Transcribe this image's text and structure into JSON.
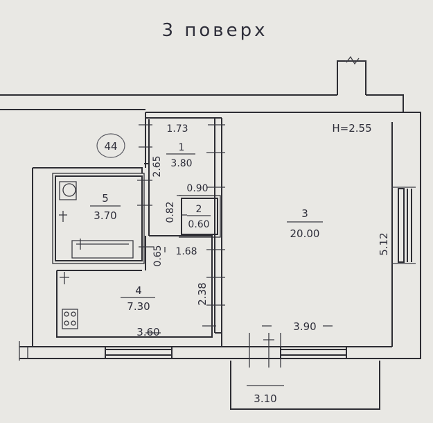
{
  "title": "3 поверх",
  "apartment_no": "44",
  "ceiling_height": "H=2.55",
  "rooms": [
    {
      "no": "1",
      "area": "3.80"
    },
    {
      "no": "2",
      "area": "0.60"
    },
    {
      "no": "3",
      "area": "20.00"
    },
    {
      "no": "4",
      "area": "7.30"
    },
    {
      "no": "5",
      "area": "3.70"
    }
  ],
  "dimensions": {
    "room1_width": "1.73",
    "room1_height": "2.65",
    "room2_width": "0.90",
    "room2_height": "0.82",
    "hall_width": "1.68",
    "hall_height": "0.65",
    "room4_width": "3.60",
    "room4_height": "2.38",
    "room3_width": "3.90",
    "room3_height": "5.12",
    "balcony_width": "3.10"
  }
}
